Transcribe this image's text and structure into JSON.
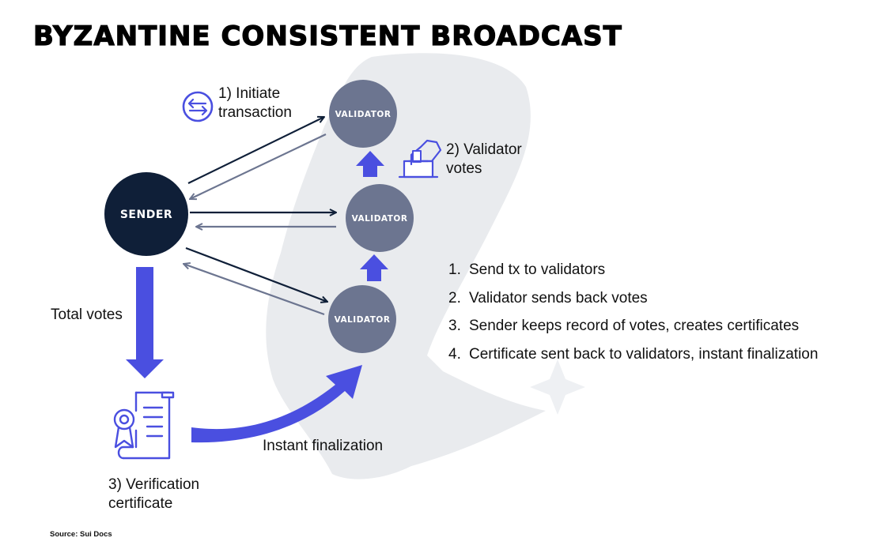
{
  "title": "BYZANTINE CONSISTENT BROADCAST",
  "nodes": {
    "sender": "SENDER",
    "validator_top": "VALIDATOR",
    "validator_mid": "VALIDATOR",
    "validator_bottom": "VALIDATOR"
  },
  "labels": {
    "initiate_line1": "1) Initiate",
    "initiate_line2": "transaction",
    "validator_votes_line1": "2) Validator",
    "validator_votes_line2": "votes",
    "total_votes": "Total votes",
    "verification_line1": "3) Verification",
    "verification_line2": "certificate",
    "instant_finalization": "Instant finalization"
  },
  "steps": [
    {
      "num": "1.",
      "text": "Send tx to validators"
    },
    {
      "num": "2.",
      "text": "Validator sends back votes"
    },
    {
      "num": "3.",
      "text": "Sender keeps record of votes, creates certificates"
    },
    {
      "num": "4.",
      "text": "Certificate sent back to validators, instant finalization"
    }
  ],
  "source": "Source: Sui Docs",
  "icons": [
    "swap-arrows-icon",
    "ballot-box-icon",
    "certificate-scroll-icon",
    "droplet-watermark-icon"
  ],
  "colors": {
    "sender_fill": "#0f1f38",
    "validator_fill": "#6c7590",
    "accent_blue": "#4a4fe0",
    "arrow_dark": "#0f1f38",
    "arrow_light": "#6c7590",
    "watermark": "#e9ebee"
  }
}
